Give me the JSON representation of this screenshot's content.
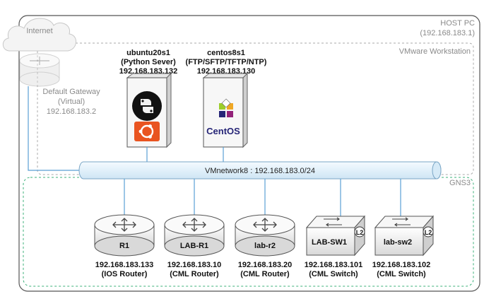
{
  "internet": {
    "label": "Internet"
  },
  "host_pc": {
    "label": "HOST PC",
    "ip": "(192.168.183.1)"
  },
  "vmware": {
    "label": "VMware Workstation"
  },
  "gns3": {
    "label": "GNS3"
  },
  "gateway": {
    "line1": "Default Gateway",
    "line2": "(Virtual)",
    "ip": "192.168.183.2"
  },
  "network": {
    "label": "VMnetwork8 : 192.168.183.0/24"
  },
  "servers": [
    {
      "name": "ubuntu20s1",
      "role": "(Python Sever)",
      "ip": "192.168.183.132",
      "icons": [
        "python-logo",
        "ubuntu-logo"
      ]
    },
    {
      "name": "centos8s1",
      "role": "(FTP/SFTP/TFTP/NTP)",
      "ip": "192.168.183.130",
      "logo_text": "CentOS"
    }
  ],
  "devices": [
    {
      "label": "R1",
      "ip": "192.168.183.133",
      "role": "(IOS Router)",
      "kind": "router"
    },
    {
      "label": "LAB-R1",
      "ip": "192.168.183.10",
      "role": "(CML Router)",
      "kind": "router"
    },
    {
      "label": "lab-r2",
      "ip": "192.168.183.20",
      "role": "(CML Router)",
      "kind": "router"
    },
    {
      "label": "LAB-SW1",
      "ip": "192.168.183.101",
      "role": "(CML Switch)",
      "kind": "switch",
      "badge": "L2"
    },
    {
      "label": "lab-sw2",
      "ip": "192.168.183.102",
      "role": "(CML Switch)",
      "kind": "switch",
      "badge": "L2"
    }
  ],
  "colors": {
    "link": "#5a9fd4",
    "pipe": "#e6f3fb",
    "gns3_border": "#3bb07a"
  }
}
